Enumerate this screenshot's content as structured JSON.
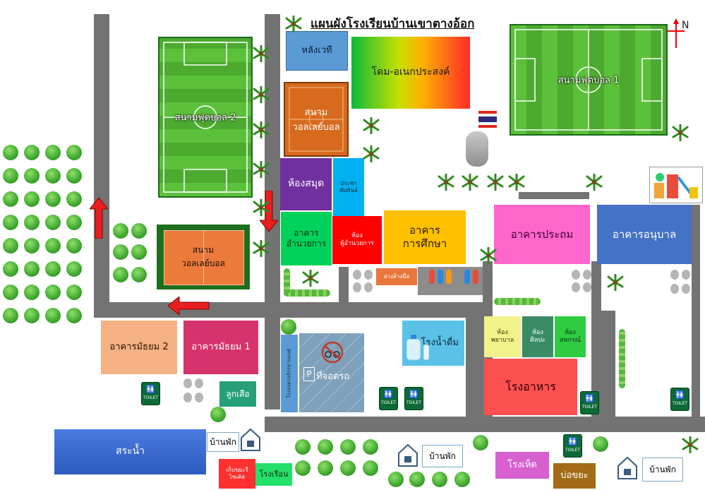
{
  "title": "แผนผังโรงเรียนบ้านเขาตางอ้อก",
  "north": "N",
  "fields": {
    "football1": "สนามฟุตบอล 1",
    "football2": "สนามฟุตบอล 2"
  },
  "courts": {
    "volleyball_top": [
      "สนาม",
      "วอลเลย์บอล"
    ],
    "volleyball_left": [
      "สนาม",
      "วอลเลย์บอล"
    ]
  },
  "buildings": {
    "backstage": "หลังเวที",
    "dome": "โดม-อเนกประสงค์",
    "library": "ห้องสมุด",
    "pr": [
      "ประชา",
      "สัมพันธ์"
    ],
    "admin": [
      "อาคาร",
      "อำนวยการ"
    ],
    "director": [
      "ห้อง",
      "ผู้อำนวยการ"
    ],
    "education": [
      "อาคาร",
      "การศึกษา"
    ],
    "primary": "อาคารประถม",
    "kindergarten": "อาคารอนุบาล",
    "handwash": "อ่างล้างมือ",
    "secondary2": "อาคารมัธยม 2",
    "secondary1": "อาคารมัธยม 1",
    "drinking_water": "โรงน้ำดื่ม",
    "nurse": [
      "ห้อง",
      "พยาบาล"
    ],
    "art": [
      "ห้อง",
      "ศิลปะ"
    ],
    "coop": [
      "ห้อง",
      "สหกรณ์"
    ],
    "canteen": "โรงอาหาร",
    "scout": "ลูกเสือ",
    "pool": "สระน้ำ",
    "recycle": [
      "เก็บขยะรี",
      "ไซเคิล"
    ],
    "boathouse": "โรงเรือน",
    "mushroom": "โรงเห็ด",
    "waste_pit": "บ่อขยะ",
    "bike_shed": "โรงจอดรถจักรยานยนต์",
    "parking": "ที่จอดรถ"
  },
  "houses": [
    "บ้านพัก",
    "บ้านพัก",
    "บ้านพัก"
  ],
  "toilet_label": "TOILET",
  "colors": {
    "road": "#737373",
    "grass": "#3f9d2c",
    "backstage": "#5b9bd5",
    "library": "#7030a0",
    "pr": "#00b0f0",
    "admin": "#00d25b",
    "director": "#ff0000",
    "education": "#ffc000",
    "primary": "#ff66cc",
    "kindergarten": "#4472c4",
    "secondary2": "#f4b183",
    "secondary1": "#d6336c",
    "canteen": "#ff5050",
    "pool": "#3a6fd8",
    "mushroom": "#d75fd0",
    "waste_pit": "#a36a17"
  }
}
